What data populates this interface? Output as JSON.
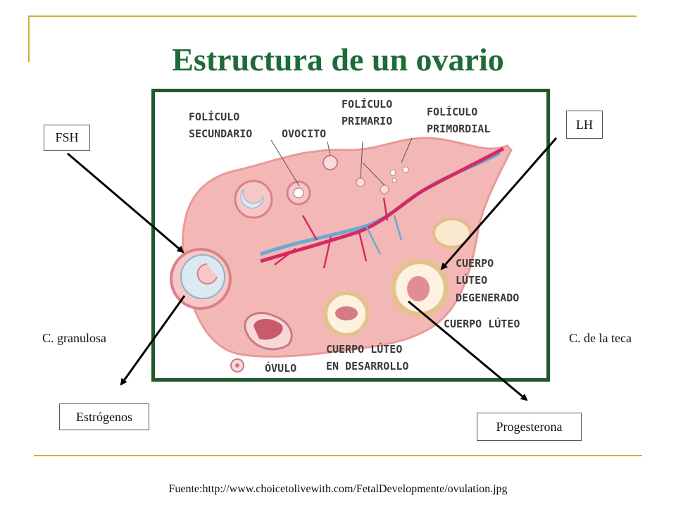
{
  "title": "Estructura de un ovario",
  "footer": "Fuente:http://www.choicetolivewith.com/FetalDevelopmente/ovulation.jpg",
  "boxes": {
    "fsh": "FSH",
    "lh": "LH",
    "estrogenos": "Estrógenos",
    "progesterona": "Progesterona"
  },
  "side_labels": {
    "granulosa": "C. granulosa",
    "teca": "C. de la teca"
  },
  "diagram_labels": {
    "foliculo_secundario_1": "FOLÍCULO",
    "foliculo_secundario_2": "SECUNDARIO",
    "ovocito": "OVOCITO",
    "foliculo_primario_1": "FOLÍCULO",
    "foliculo_primario_2": "PRIMARIO",
    "foliculo_primordial_1": "FOLÍCULO",
    "foliculo_primordial_2": "PRIMORDIAL",
    "cuerpo_degenerado_1": "CUERPO",
    "cuerpo_degenerado_2": "LÚTEO",
    "cuerpo_degenerado_3": "DEGENERADO",
    "cuerpo_luteo": "CUERPO LÚTEO",
    "cuerpo_desarrollo_1": "CUERPO LÚTEO",
    "cuerpo_desarrollo_2": "EN DESARROLLO",
    "ovulo": "ÓVULO"
  },
  "colors": {
    "title": "#1e6b3a",
    "frame": "#1f5a2a",
    "decoration": "#c9b13a",
    "ovary": "#f3b8b6",
    "artery": "#d42a64",
    "vein": "#6aa9d2"
  }
}
